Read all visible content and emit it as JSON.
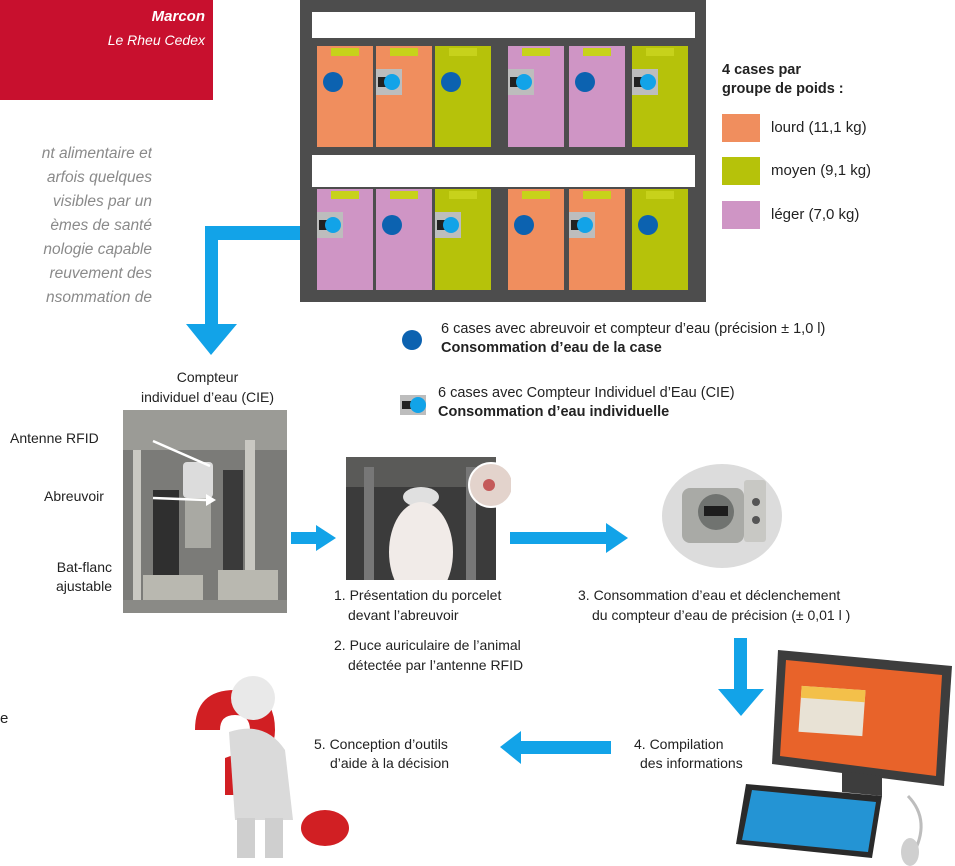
{
  "header": {
    "author": "Marcon",
    "address": "Le Rheu Cedex"
  },
  "intro_lines": [
    "nt alimentaire et",
    "arfois quelques",
    "visibles par un",
    "èmes de santé",
    "nologie capable",
    "reuvement des",
    "nsommation de"
  ],
  "left_stray": "e",
  "legend": {
    "title_line1": "4 cases par",
    "title_line2": "groupe de poids :",
    "items": [
      {
        "label": "lourd (11,1 kg)",
        "color": "#f08e5e"
      },
      {
        "label": "moyen (9,1 kg)",
        "color": "#b6c20a"
      },
      {
        "label": "léger (7,0 kg)",
        "color": "#cf95c5"
      }
    ]
  },
  "pens": {
    "top_row": [
      "lourd",
      "lourd",
      "moyen",
      "léger",
      "léger",
      "moyen"
    ],
    "top_device": [
      "counter",
      "cie",
      "counter",
      "cie",
      "counter",
      "cie"
    ],
    "bottom_row": [
      "léger",
      "léger",
      "moyen",
      "lourd",
      "lourd",
      "moyen"
    ],
    "bottom_device": [
      "cie",
      "counter",
      "cie",
      "counter",
      "cie",
      "counter"
    ]
  },
  "devices": {
    "counter_line1": "6 cases avec abreuvoir et compteur d’eau (précision ± 1,0 l)",
    "counter_line2": "Consommation d’eau de la case",
    "cie_line1": "6 cases avec Compteur Individuel d’Eau (CIE)",
    "cie_line2": "Consommation d’eau individuelle"
  },
  "cie_photo": {
    "title_line1": "Compteur",
    "title_line2": "individuel d’eau (CIE)",
    "label_rfid": "Antenne RFID",
    "label_abreuvoir": "Abreuvoir",
    "label_batflanc1": "Bat-flanc",
    "label_batflanc2": "ajustable"
  },
  "steps": {
    "s1_line1": "1. Présentation du porcelet",
    "s1_line2": "devant l’abreuvoir",
    "s2_line1": "2. Puce auriculaire de l’animal",
    "s2_line2": "détectée par l’antenne RFID",
    "s3_line1": "3. Consommation d’eau et déclenchement",
    "s3_line2": "du compteur d’eau de précision (± 0,01 l )",
    "s4_line1": "4. Compilation",
    "s4_line2": "des informations",
    "s5_line1": "5. Conception d’outils",
    "s5_line2": "d’aide à la décision"
  },
  "colors": {
    "arrow": "#12a3e8",
    "pen_frame": "#4d4d4d",
    "counter_dot": "#0c62b0",
    "header_red": "#c8102e"
  }
}
